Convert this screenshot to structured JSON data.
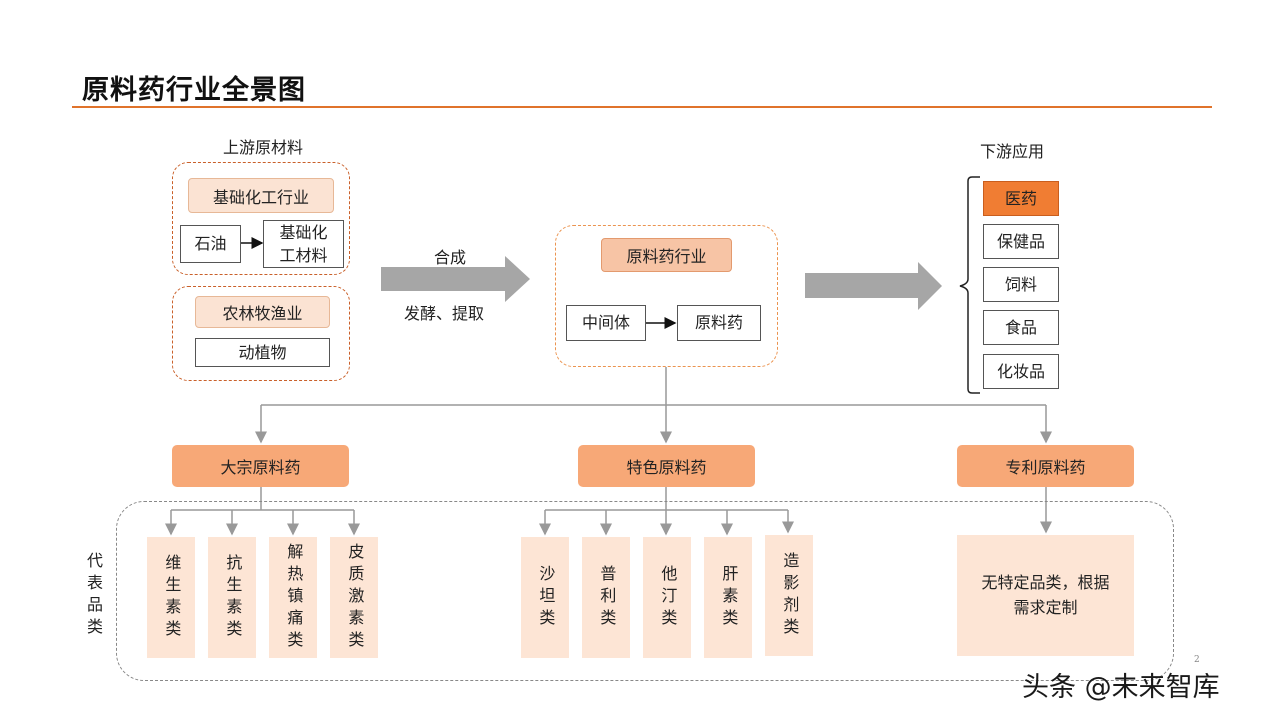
{
  "title": "原料药行业全景图",
  "upstream": {
    "label": "上游原材料",
    "chem_industry": "基础化工行业",
    "petroleum": "石油",
    "basic_chem_materials": "基础化\n工材料",
    "agriculture": "农林牧渔业",
    "plants_animals": "动植物"
  },
  "process": {
    "synthesis": "合成",
    "fermentation": "发酵、提取"
  },
  "api_industry": {
    "title": "原料药行业",
    "intermediate": "中间体",
    "api": "原料药"
  },
  "downstream": {
    "label": "下游应用",
    "items": [
      "医药",
      "保健品",
      "饲料",
      "食品",
      "化妆品"
    ],
    "highlight_color": "#f07d33"
  },
  "categories": [
    {
      "name": "大宗原料药",
      "items": [
        "维生素类",
        "抗生素类",
        "解热镇痛类",
        "皮质激素类"
      ]
    },
    {
      "name": "特色原料药",
      "items": [
        "沙坦类",
        "普利类",
        "他汀类",
        "肝素类",
        "造影剂类"
      ]
    },
    {
      "name": "专利原料药",
      "items": [
        "无特定品类，根据\n需求定制"
      ]
    }
  ],
  "side_label": "代表品类",
  "page_number": "2",
  "watermark": "头条 @未来智库",
  "colors": {
    "accent": "#e0732b",
    "category_fill": "#f7a877",
    "leaf_fill": "#fde5d5"
  }
}
